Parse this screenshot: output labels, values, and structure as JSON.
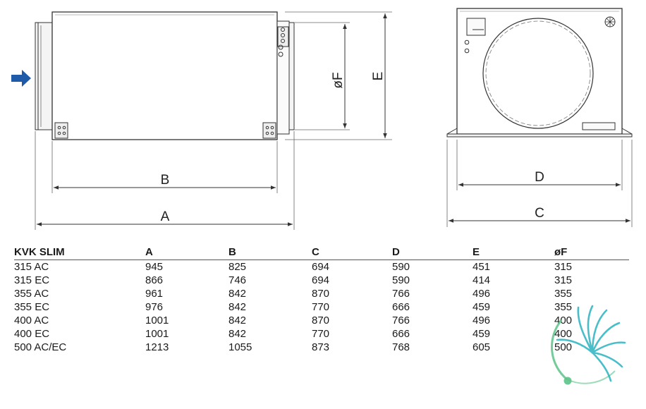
{
  "labels": {
    "A": "A",
    "B": "B",
    "C": "C",
    "D": "D",
    "E": "E",
    "F": "øF"
  },
  "table": {
    "headers": [
      "KVK SLIM",
      "A",
      "B",
      "C",
      "D",
      "E",
      "øF"
    ],
    "rows": [
      [
        "315 AC",
        "945",
        "825",
        "694",
        "590",
        "451",
        "315"
      ],
      [
        "315 EC",
        "866",
        "746",
        "694",
        "590",
        "414",
        "315"
      ],
      [
        "355 AC",
        "961",
        "842",
        "870",
        "766",
        "496",
        "355"
      ],
      [
        "355 EC",
        "976",
        "842",
        "770",
        "666",
        "459",
        "355"
      ],
      [
        "400 AC",
        "1001",
        "842",
        "870",
        "766",
        "496",
        "400"
      ],
      [
        "400 EC",
        "1001",
        "842",
        "770",
        "666",
        "459",
        "400"
      ],
      [
        "500 AC/EC",
        "1213",
        "1055",
        "873",
        "768",
        "605",
        "500"
      ]
    ]
  },
  "colors": {
    "arrow": "#1e5aa8",
    "line": "#333333",
    "logo_teal": "#2ab3c0",
    "logo_green": "#5cc38a"
  }
}
